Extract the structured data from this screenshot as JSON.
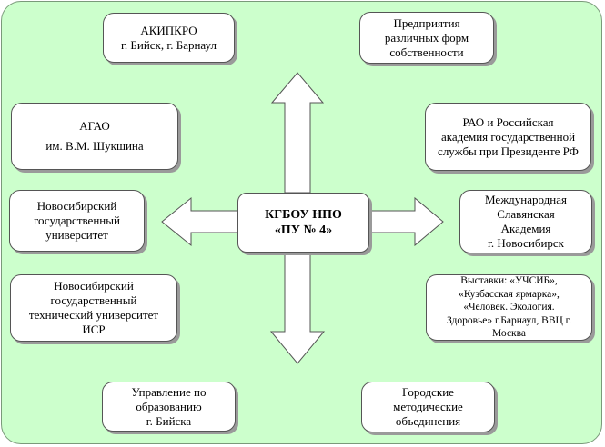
{
  "center": {
    "line1": "КГБОУ НПО",
    "line2": "«ПУ № 4»"
  },
  "boxes": {
    "akipkro": {
      "line1": "АКИПКРО",
      "line2": "г. Бийск, г. Барнаул"
    },
    "enterprises": {
      "line1": "Предприятия",
      "line2": "различных форм",
      "line3": "собственности"
    },
    "agao": {
      "line1": "АГАО",
      "line2": "им. В.М. Шукшина"
    },
    "rao": {
      "line1": "РАО и Российская",
      "line2": "академия государственной",
      "line3": "службы при Президенте РФ"
    },
    "nsu": {
      "line1": "Новосибирский",
      "line2": "государственный",
      "line3": "университет"
    },
    "slavic": {
      "line1": "Международная",
      "line2": "Славянская",
      "line3": "Академия",
      "line4": "г. Новосибирск"
    },
    "nstu": {
      "line1": "Новосибирский",
      "line2": "государственный",
      "line3": "технический университет",
      "line4": "ИСР"
    },
    "exhibitions": {
      "line1": "Выставки: «УЧСИБ»,",
      "line2": "«Кузбасская ярмарка»,",
      "line3": "«Человек. Экология.",
      "line4": "Здоровье»  г.Барнаул, ВВЦ г.",
      "line5": "Москва"
    },
    "education_dept": {
      "line1": "Управление по",
      "line2": "образованию",
      "line3": "г. Бийска"
    },
    "method_unions": {
      "line1": "Городские",
      "line2": "методические",
      "line3": "объединения"
    }
  },
  "colors": {
    "background": "#ccffcc",
    "box_fill": "#ffffff",
    "arrow_fill": "#ffffff",
    "shadow": "#9a9a9a"
  }
}
